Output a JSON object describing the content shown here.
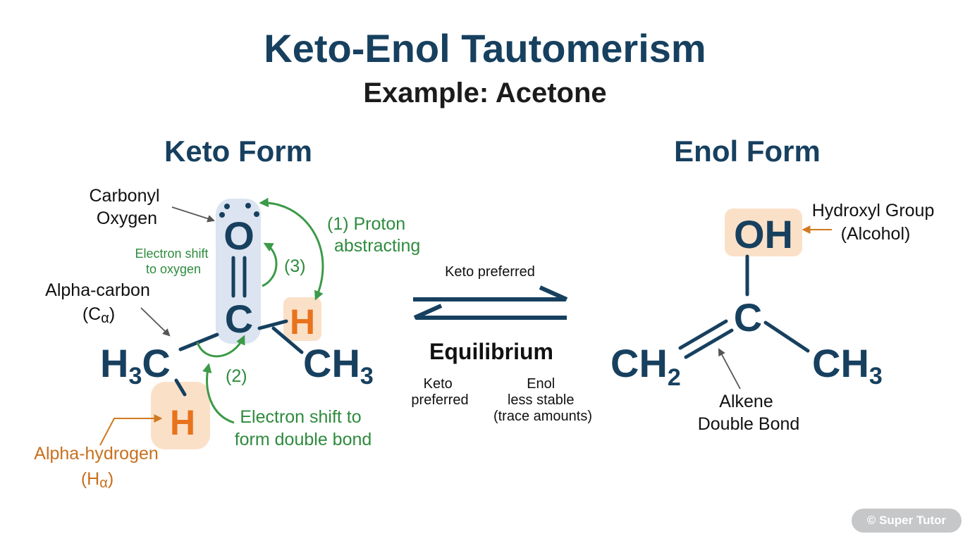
{
  "title": "Keto-Enol Tautomerism",
  "subtitle": "Example: Acetone",
  "keto": {
    "heading": "Keto Form",
    "atoms": {
      "O": "O",
      "C": "C",
      "H_right": "H",
      "H_alpha": "H",
      "H3C_H": "H",
      "H3C_3": "3",
      "H3C_C": "C",
      "CH3_C": "CH",
      "CH3_3": "3"
    },
    "labels": {
      "carbonyl_oxygen": [
        "Carbonyl",
        "Oxygen"
      ],
      "alpha_carbon": [
        "Alpha-carbon",
        "(C",
        "α",
        ")"
      ],
      "alpha_hydrogen": [
        "Alpha-hydrogen",
        "(H",
        "α",
        ")"
      ],
      "electron_shift_oxygen": [
        "Electron shift",
        "to oxygen"
      ],
      "proton_abstracting": [
        "(1) Proton",
        "abstracting"
      ],
      "step3": "(3)",
      "step2": "(2)",
      "electron_shift_double": [
        "Electron shift to",
        "form double bond"
      ]
    }
  },
  "equilibrium": {
    "top_label": "Keto preferred",
    "label": "Equilibrium",
    "left_note": [
      "Keto",
      "preferred"
    ],
    "right_note": [
      "Enol",
      "less stable",
      "(trace amounts)"
    ]
  },
  "enol": {
    "heading": "Enol Form",
    "atoms": {
      "OH": "OH",
      "C": "C",
      "CH2_C": "CH",
      "CH2_2": "2",
      "CH3_C": "CH",
      "CH3_3": "3"
    },
    "labels": {
      "hydroxyl": [
        "Hydroxyl Group",
        "(Alcohol)"
      ],
      "alkene": [
        "Alkene",
        "Double Bond"
      ]
    }
  },
  "watermark": "© Super Tutor",
  "colors": {
    "navy": "#17405f",
    "green": "#2e8b3e",
    "orange": "#e8731c",
    "highlight_blue": "#dbe4f0",
    "highlight_peach": "#fbe0c8"
  }
}
